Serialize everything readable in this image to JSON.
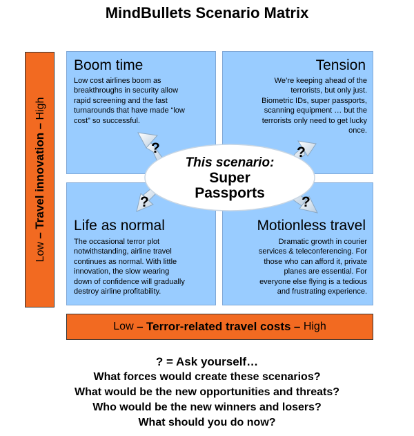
{
  "title": "MindBullets Scenario Matrix",
  "y_axis": {
    "low": "Low",
    "dash": "–",
    "label": "Travel innovation",
    "dash2": "–",
    "high": "High"
  },
  "x_axis": {
    "low": "Low",
    "dash": "–",
    "label": "Terror-related travel costs",
    "dash2": "–",
    "high": "High"
  },
  "quadrants": {
    "top_left": {
      "title": "Boom time",
      "text": "Low cost airlines boom as\nbreakthroughs in security allow\nrapid screening and the fast\nturnarounds that have made “low\ncost” so successful."
    },
    "top_right": {
      "title": "Tension",
      "text": "We’re keeping ahead of the\nterrorists, but only just.\nBiometric IDs, super passports,\nscanning equipment … but the\nterrorists only need to get lucky\nonce."
    },
    "bottom_left": {
      "title": "Life as normal",
      "text": "The occasional terror plot\nnotwithstanding, airline travel\ncontinues as normal. With little\ninnovation, the slow wearing\ndown of confidence will gradually\ndestroy airline profitability."
    },
    "bottom_right": {
      "title": "Motionless travel",
      "text": "Dramatic growth in courier\nservices & teleconferencing. For\nthose who can afford it, private\nplanes are essential.  For\neveryone else flying is a tedious\nand frustrating experience."
    }
  },
  "center": {
    "line1": "This scenario:",
    "line2": "Super",
    "line3": "Passports"
  },
  "question_mark": "?",
  "footer": {
    "heading": "? = Ask yourself…",
    "questions": [
      "What forces would create these scenarios?",
      "What would be the new opportunities and threats?",
      "Who would be the new winners and losers?",
      "What should you do now?"
    ]
  },
  "colors": {
    "axis": "#f26a21",
    "quadrant": "#99ccff",
    "ellipse": "#ffffff"
  }
}
